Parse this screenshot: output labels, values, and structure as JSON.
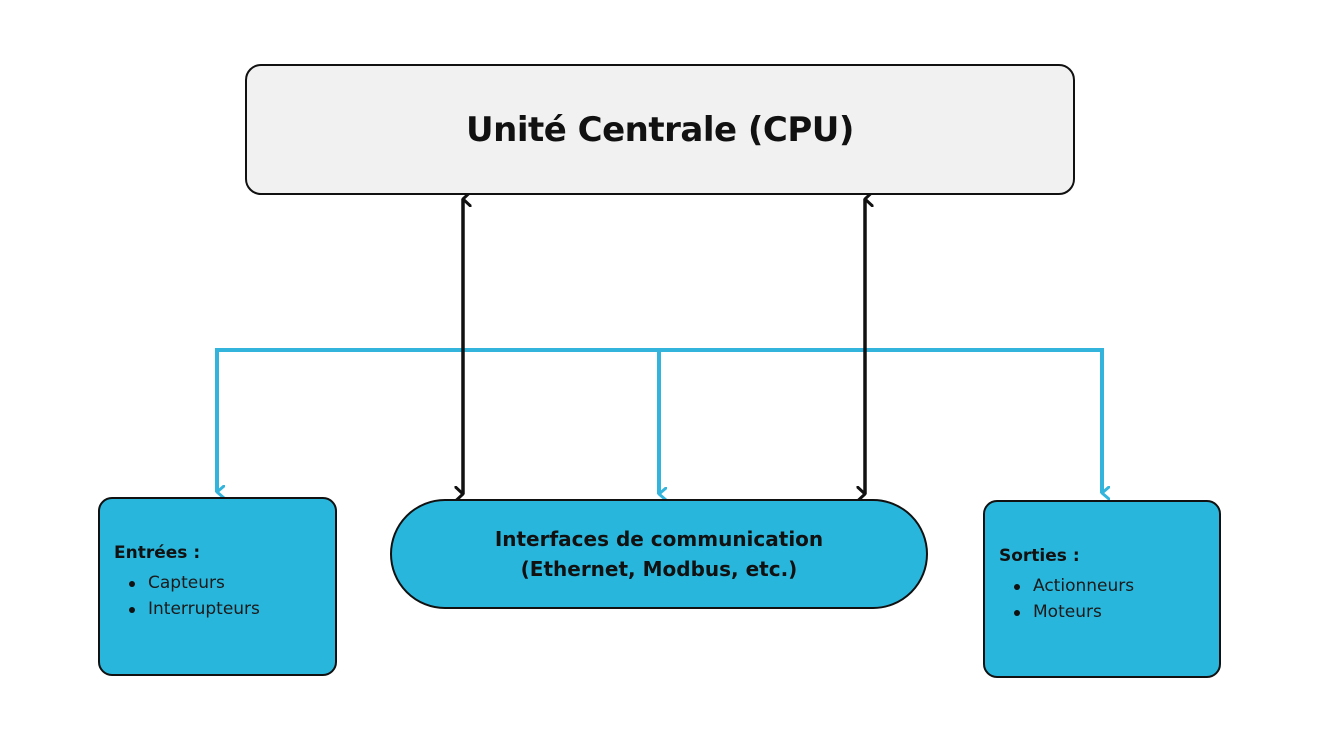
{
  "colors": {
    "cpu_fill": "#f1f1f1",
    "module_fill": "#29b6dc",
    "bus_line": "#33b4dc",
    "arrow": "#111111",
    "border": "#111111"
  },
  "cpu": {
    "title": "Unité Centrale (CPU)"
  },
  "inputs": {
    "title": "Entrées :",
    "items": [
      "Capteurs",
      "Interrupteurs"
    ]
  },
  "communication": {
    "line1": "Interfaces de communication",
    "line2": "(Ethernet, Modbus, etc.)"
  },
  "outputs": {
    "title": "Sorties :",
    "items": [
      "Actionneurs",
      "Moteurs"
    ]
  }
}
